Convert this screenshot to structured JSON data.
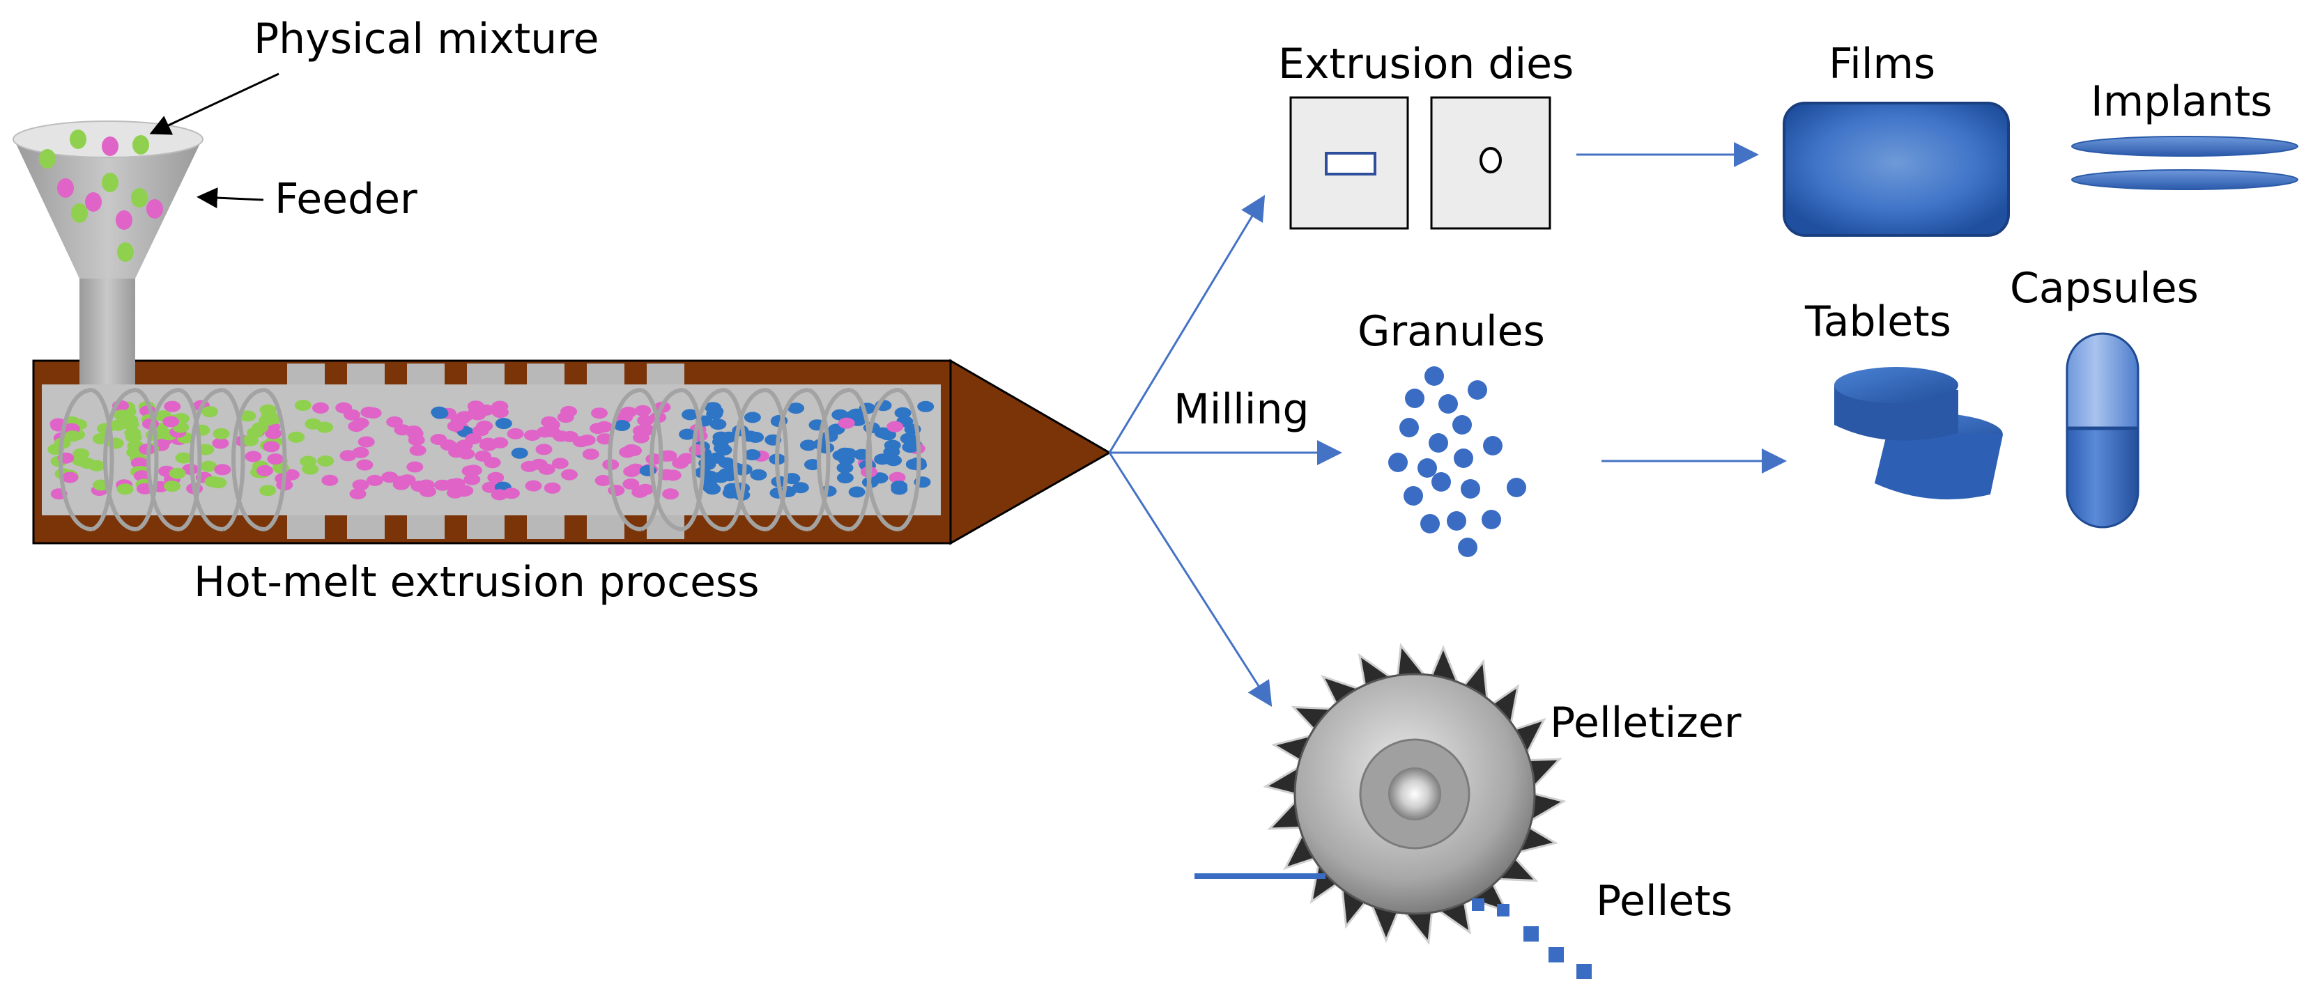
{
  "labels": {
    "physical_mixture": "Physical mixture",
    "feeder": "Feeder",
    "hot_melt": "Hot-melt extrusion process",
    "extrusion_dies": "Extrusion dies",
    "films": "Films",
    "implants": "Implants",
    "milling": "Milling",
    "granules": "Granules",
    "tablets": "Tablets",
    "capsules": "Capsules",
    "pelletizer": "Pelletizer",
    "pellets": "Pellets"
  },
  "colors": {
    "barrel": "#7a3407",
    "barrel_inner": "#c2c2c2",
    "screw_flight": "#a3a3a3",
    "hopper": "#b2b2b2",
    "green_particle": "#8fd14f",
    "magenta_particle": "#e063c8",
    "blue_particle": "#2e75c6",
    "arrow_blue": "#4472c4",
    "dosage_blue": "#3a6cc4",
    "die_face": "#ececec"
  }
}
